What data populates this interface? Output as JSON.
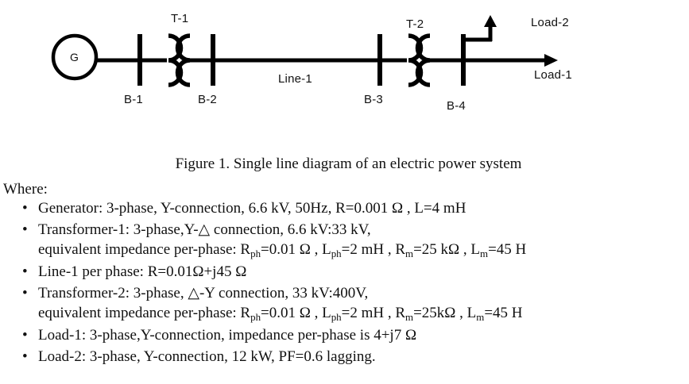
{
  "diagram": {
    "generator_label": "G",
    "buses": [
      {
        "name": "B-1",
        "label": "B-1"
      },
      {
        "name": "B-2",
        "label": "B-2"
      },
      {
        "name": "B-3",
        "label": "B-3"
      },
      {
        "name": "B-4",
        "label": "B-4"
      }
    ],
    "transformers": [
      {
        "name": "T-1",
        "label": "T-1"
      },
      {
        "name": "T-2",
        "label": "T-2"
      }
    ],
    "line_label": "Line-1",
    "load2_label": "Load-2",
    "load1_label": "Load-1",
    "stroke_color": "#000000"
  },
  "caption": "Figure 1. Single line diagram of an electric power system",
  "where_label": "Where:",
  "bullet_marker": "•",
  "bullets": [
    {
      "name": "generator",
      "lines": [
        [
          {
            "t": "Generator: 3-phase, Y-connection, 6.6 kV, 50Hz, R=0.001 Ω , L=4 mH"
          }
        ]
      ]
    },
    {
      "name": "transformer-1",
      "lines": [
        [
          {
            "t": "Transformer-1: 3-phase,Y-△ connection, 6.6 kV:33 kV,"
          }
        ],
        [
          {
            "t": "equivalent impedance per-phase: R"
          },
          {
            "t": "ph",
            "sub": true
          },
          {
            "t": "=0.01 Ω , L"
          },
          {
            "t": "ph",
            "sub": true
          },
          {
            "t": "=2 mH , R"
          },
          {
            "t": "m",
            "sub": true
          },
          {
            "t": "=25 kΩ , L"
          },
          {
            "t": "m",
            "sub": true
          },
          {
            "t": "=45 H"
          }
        ]
      ]
    },
    {
      "name": "line-1",
      "lines": [
        [
          {
            "t": "Line-1 per phase: R=0.01Ω+j45 Ω"
          }
        ]
      ]
    },
    {
      "name": "transformer-2",
      "lines": [
        [
          {
            "t": "Transformer-2: 3-phase, △-Y connection, 33 kV:400V,"
          }
        ],
        [
          {
            "t": "equivalent impedance per-phase: R"
          },
          {
            "t": "ph",
            "sub": true
          },
          {
            "t": "=0.01 Ω , L"
          },
          {
            "t": "ph",
            "sub": true
          },
          {
            "t": "=2 mH , R"
          },
          {
            "t": "m",
            "sub": true
          },
          {
            "t": "=25kΩ , L"
          },
          {
            "t": "m",
            "sub": true
          },
          {
            "t": "=45 H"
          }
        ]
      ]
    },
    {
      "name": "load-1",
      "lines": [
        [
          {
            "t": "Load-1: 3-phase,Y-connection, impedance per-phase is 4+j7 Ω"
          }
        ]
      ]
    },
    {
      "name": "load-2",
      "lines": [
        [
          {
            "t": "Load-2: 3-phase, Y-connection, 12 kW, PF=0.6 lagging."
          }
        ]
      ]
    }
  ]
}
